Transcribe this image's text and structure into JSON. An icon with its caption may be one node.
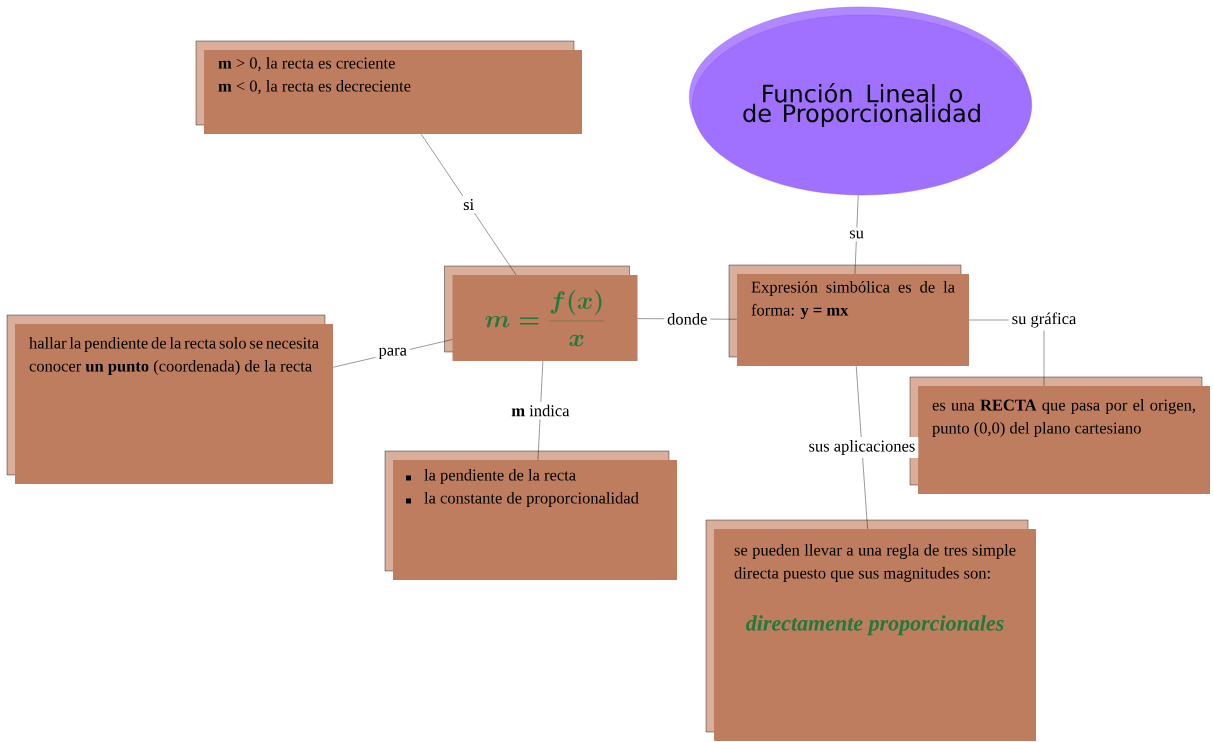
{
  "diagram": {
    "nodes": [
      {
        "text": [
          "Función Lineal o de Proporcionalidad"
        ]
      },
      {
        "text": [
          "**m** > 0, la recta es creciente",
          "**m** < 0, la recta es decreciente"
        ]
      },
      {
        "text": [
          "m = \\frac{f(x)}{x}"
        ]
      },
      {
        "text": [
          "Expresión simbólica es de la forma: **y = mx**"
        ]
      },
      {
        "text": [
          "hallar la pendiente de la recta solo se necesita conocer **un punto** (coordenada) de la recta"
        ]
      },
      {
        "text": [
          "la pendiente de la recta",
          "la constante de proporcionalidad"
        ]
      },
      {
        "text": [
          "es una **RECTA** que pasa por el origen, punto (0,0) del plano cartesiano"
        ]
      },
      {
        "text": [
          "se pueden llevar a una regla de tres simple directa puesto que sus magnitudes son:",
          "directamente proporcionales"
        ]
      }
    ],
    "edges": [
      {
        "from": 0,
        "to": 3,
        "arrow": "none",
        "label": "su"
      },
      {
        "from": 2,
        "to": 1,
        "arrow": "none",
        "label": "si"
      },
      {
        "from": 2,
        "to": 4,
        "arrow": "none",
        "label": "para"
      },
      {
        "from": 2,
        "to": 5,
        "arrow": "none",
        "label": "**m** indica"
      },
      {
        "from": 2,
        "to": 3,
        "arrow": "none",
        "label": "donde"
      },
      {
        "from": 3,
        "to": 6,
        "arrow": "none",
        "label": "su gráfica"
      },
      {
        "from": 3,
        "to": 7,
        "arrow": "none",
        "label": "sus aplicaciones"
      }
    ]
  }
}
